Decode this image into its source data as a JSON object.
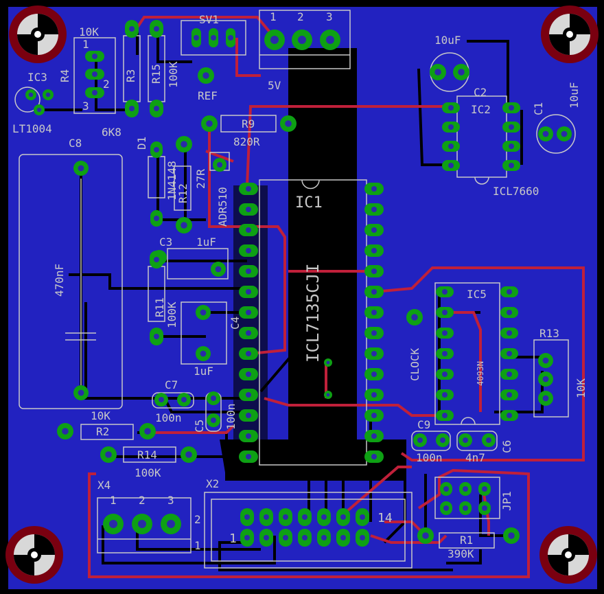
{
  "colors": {
    "background": "#000000",
    "copper_pour": "#2222c0",
    "top_trace": "#c0203a",
    "pad": "#0ea014",
    "silkscreen": "#c8c8c8",
    "mount_hole_ring": "#7a0010"
  },
  "labels": {
    "ic3": "IC3",
    "lt1004": "LT1004",
    "r4": "R4",
    "r4_val": "10K",
    "pot_pin1": "1",
    "pot_pin2": "2",
    "pot_pin3": "3",
    "r3": "R3",
    "r15": "R15",
    "r15_val": "100K",
    "r3_val": "6K8",
    "sv1": "SV1",
    "ref": "REF",
    "v5": "5V",
    "term1_1": "1",
    "term1_2": "2",
    "term1_3": "3",
    "c_10uf_top": "10uF",
    "c2": "C2",
    "ic2": "IC2",
    "c1": "C1",
    "c1_val": "10uF",
    "icl7660": "ICL7660",
    "r9": "R9",
    "r9_val": "820R",
    "d1": "D1",
    "d1_val": "1N4148",
    "r12": "R12",
    "r12_val": "27R",
    "adr510": "ADR510",
    "c8": "C8",
    "c8_val": "470nF",
    "ic1": "IC1",
    "ic1_val": "ICL7135CJI",
    "c3": "C3",
    "c3_val": "1uF",
    "r11": "R11",
    "r11_val": "100K",
    "c4": "C4",
    "c4_val": "1uF",
    "c7": "C7",
    "c7_val": "100n",
    "c5": "C5",
    "c5_val": "100n",
    "r2": "R2",
    "r2_val": "10K",
    "r14": "R14",
    "r14_val": "100K",
    "ic5": "IC5",
    "ic5_val": "4093N",
    "clock": "CLOCK",
    "r13": "R13",
    "r13_val": "10K",
    "c9": "C9",
    "c9_val": "100n",
    "c6": "C6",
    "c6_val": "4n7",
    "x4": "X4",
    "x4_1": "1",
    "x4_2": "2",
    "x4_3": "3",
    "x2": "X2",
    "x2_row2": "2",
    "x2_row1": "1",
    "x2_pin1": "1",
    "x2_pin14": "14",
    "jp1": "JP1",
    "r1": "R1",
    "r1_val": "390K"
  }
}
